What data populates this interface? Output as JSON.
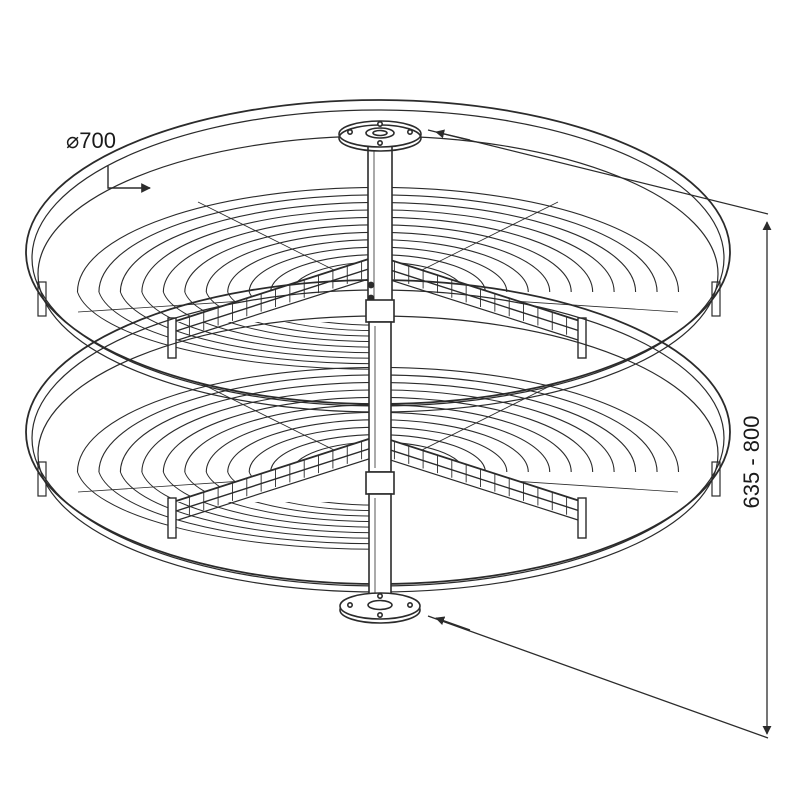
{
  "diagram": {
    "diameter_label": "⌀700",
    "height_label": "635 - 800",
    "colors": {
      "line": "#2b2b2b",
      "background": "#ffffff"
    },
    "subject": "two-tier-rotating-half-basket"
  }
}
